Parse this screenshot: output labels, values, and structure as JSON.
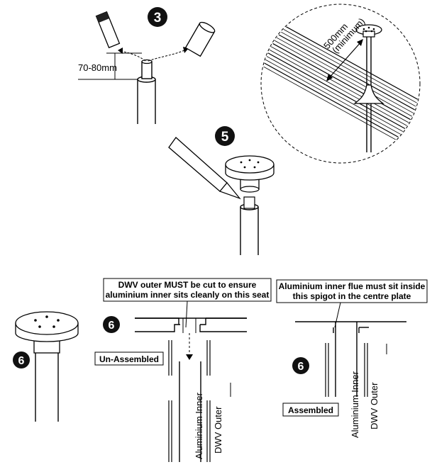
{
  "steps": {
    "step3": "3",
    "step5": "5",
    "step6a": "6",
    "step6b": "6",
    "step6c": "6"
  },
  "dimensions": {
    "cut_length": "70-80mm",
    "clearance": "500mm",
    "clearance_note": "(minimum)"
  },
  "callouts": {
    "cut_note_line1": "DWV outer MUST be cut to ensure",
    "cut_note_line2": "aluminium inner sits cleanly on this seat",
    "spigot_note_line1": "Aluminium inner flue must sit inside",
    "spigot_note_line2": "this spigot in the centre plate"
  },
  "tags": {
    "unassembled": "Un-Assembled",
    "assembled": "Assembled"
  },
  "pipe_labels": {
    "inner_left": "Aluminium Inner",
    "outer_left": "DWV Outer",
    "inner_right": "Aluminium Inner",
    "outer_right": "DWV Outer"
  },
  "colors": {
    "line": "#000000",
    "badge": "#111111",
    "badge_text": "#ffffff",
    "pipe_fill": "#f4f4f4"
  }
}
